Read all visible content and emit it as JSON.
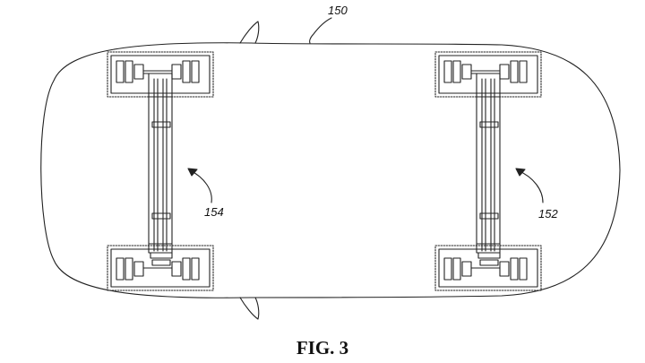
{
  "figure": {
    "caption": "FIG. 3",
    "references": {
      "vehicle": "150",
      "rear_assembly": "154",
      "front_assembly": "152"
    }
  },
  "style": {
    "line_color": "#222222",
    "background": "#ffffff"
  }
}
